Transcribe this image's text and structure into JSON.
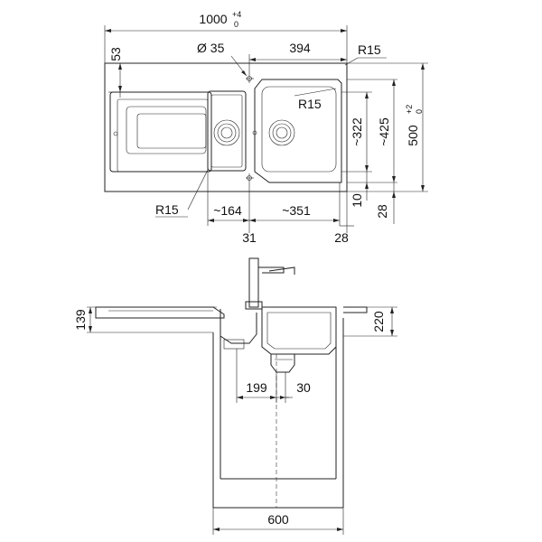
{
  "top_view": {
    "overall_width": {
      "value": "1000",
      "tol_upper": "+4",
      "tol_lower": "0"
    },
    "overall_depth": {
      "value": "500",
      "tol_upper": "+2",
      "tol_lower": "0"
    },
    "hole_diameter": "Ø 35",
    "main_bowl_width": "394",
    "radius_top_right": "R15",
    "radius_bowl": "R15",
    "radius_bottom": "R15",
    "offset_53": "53",
    "bowl_depth": "~322",
    "inner_depth": "~425",
    "dim_10": "10",
    "dim_28_right": "28",
    "small_bowl_width": "~164",
    "large_bowl_width": "~351",
    "dim_31": "31",
    "dim_28_bottom": "28"
  },
  "side_view": {
    "rim_height": "139",
    "bowl_height": "220",
    "drain_offset": "199",
    "drain_30": "30",
    "cabinet_width": "600"
  }
}
